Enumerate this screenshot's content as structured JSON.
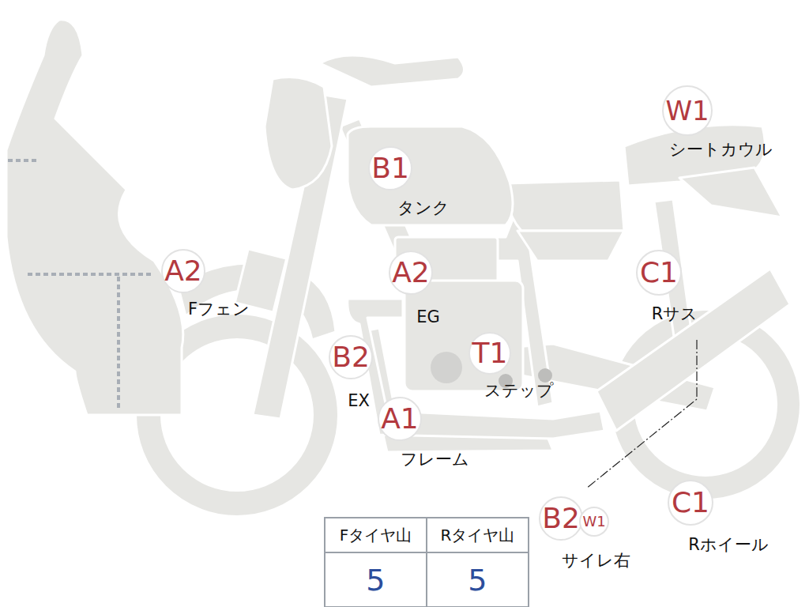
{
  "diagram": {
    "nodes": [
      {
        "text": [
          "W1",
          "シートカウル"
        ]
      },
      {
        "text": [
          "B1",
          "タンク"
        ]
      },
      {
        "text": [
          "A2",
          "Fフェン"
        ]
      },
      {
        "text": [
          "A2",
          "EG"
        ]
      },
      {
        "text": [
          "C1",
          "Rサス"
        ]
      },
      {
        "text": [
          "B2",
          "EX"
        ]
      },
      {
        "text": [
          "T1",
          "ステップ"
        ]
      },
      {
        "text": [
          "A1",
          "フレーム"
        ]
      },
      {
        "text": [
          "B2",
          "サイレ右"
        ]
      },
      {
        "text": [
          "W1"
        ]
      },
      {
        "text": [
          "C1",
          "Rホイール"
        ]
      }
    ],
    "labels": [
      "Fタイヤ山",
      "Rタイヤ山",
      "5",
      "5"
    ]
  }
}
